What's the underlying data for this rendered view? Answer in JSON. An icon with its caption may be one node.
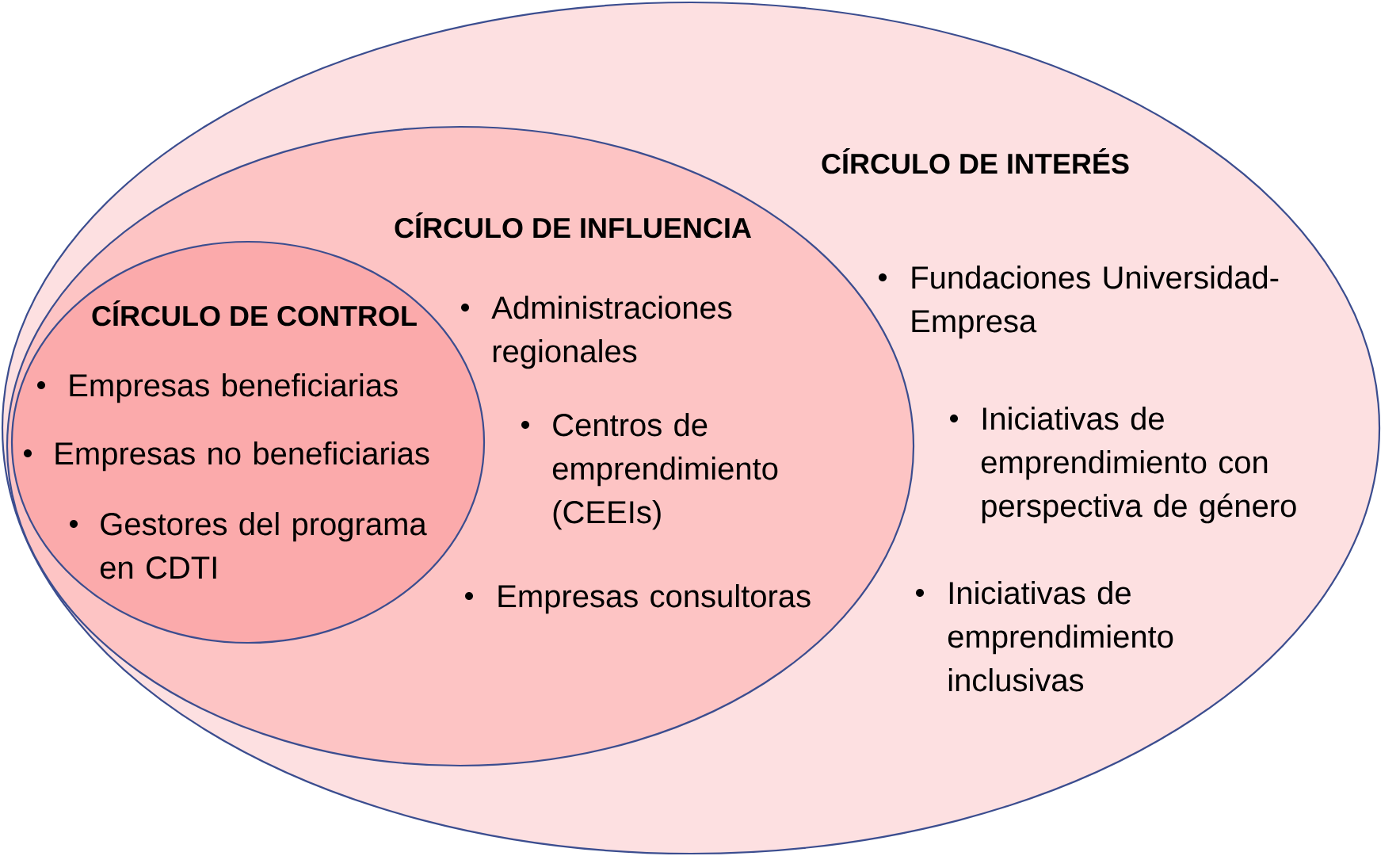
{
  "diagram": {
    "nodes": [
      {
        "text": [
          "CÍRCULO DE INTERÉS",
          "Fundaciones Universidad-Empresa",
          "Iniciativas de emprendimiento con perspectiva de género",
          "Iniciativas de emprendimiento inclusivas"
        ]
      },
      {
        "text": [
          "CÍRCULO DE INFLUENCIA",
          "Administraciones regionales",
          "Centros de emprendimiento (CEEIs)",
          "Empresas consultoras"
        ],
        "in": 0
      },
      {
        "text": [
          "CÍRCULO DE CONTROL",
          "Empresas beneficiarias",
          "Empresas no beneficiarias",
          "Gestores del programa en CDTI"
        ],
        "in": 1
      }
    ]
  }
}
